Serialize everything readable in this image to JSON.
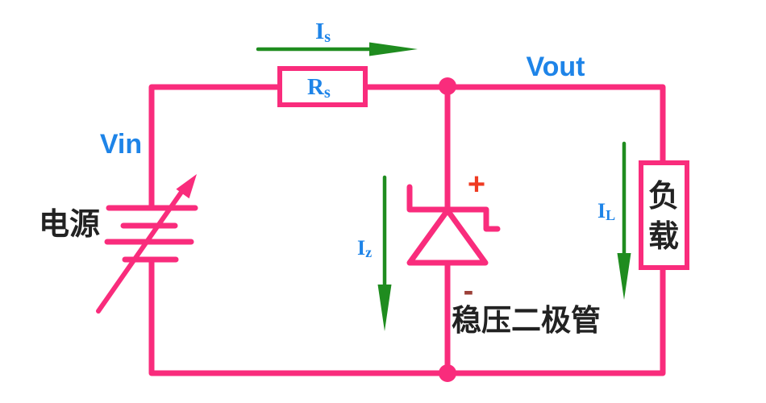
{
  "colors": {
    "background": "#ffffff",
    "wire_pink": "#F92C7C",
    "arrow_green": "#1F8C1F",
    "label_blue": "#1E84E8",
    "text_dark": "#222222",
    "plus_red": "#EF3B22",
    "minus_dark": "#9C4038"
  },
  "nodes": {
    "input_label": "Vin",
    "output_label": "Vout"
  },
  "components": {
    "source": {
      "label": "电源"
    },
    "series_resistor": {
      "label_main": "R",
      "label_sub": "s"
    },
    "zener_diode": {
      "label": "稳压二极管",
      "plus": "+",
      "minus": "-"
    },
    "load": {
      "label_char1": "负",
      "label_char2": "载"
    }
  },
  "currents": {
    "source_current": {
      "label_main": "I",
      "label_sub": "s"
    },
    "zener_current": {
      "label_main": "I",
      "label_sub": "z"
    },
    "load_current": {
      "label_main": "I",
      "label_sub": "L"
    }
  }
}
